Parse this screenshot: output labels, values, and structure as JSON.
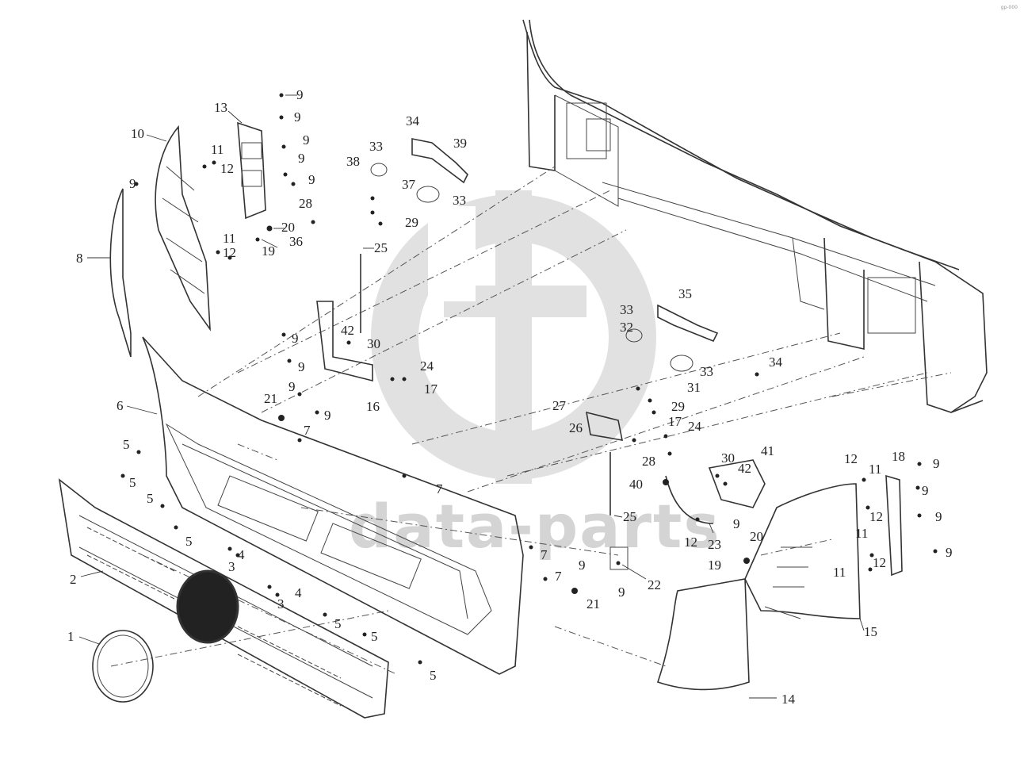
{
  "watermark": {
    "text": "data-parts",
    "logo_icon": "gp-logo-icon",
    "color": "#d4d4d4"
  },
  "corner_mark": "gp-000",
  "callouts": [
    {
      "id": "c1",
      "text": "1"
    },
    {
      "id": "c2",
      "text": "2"
    },
    {
      "id": "c3a",
      "text": "3"
    },
    {
      "id": "c3b",
      "text": "3"
    },
    {
      "id": "c4a",
      "text": "4"
    },
    {
      "id": "c4b",
      "text": "4"
    },
    {
      "id": "c5a",
      "text": "5"
    },
    {
      "id": "c5b",
      "text": "5"
    },
    {
      "id": "c5c",
      "text": "5"
    },
    {
      "id": "c5d",
      "text": "5"
    },
    {
      "id": "c5e",
      "text": "5"
    },
    {
      "id": "c5f",
      "text": "5"
    },
    {
      "id": "c5g",
      "text": "5"
    },
    {
      "id": "c6",
      "text": "6"
    },
    {
      "id": "c7a",
      "text": "7"
    },
    {
      "id": "c7b",
      "text": "7"
    },
    {
      "id": "c7c",
      "text": "7"
    },
    {
      "id": "c7d",
      "text": "7"
    },
    {
      "id": "c8",
      "text": "8"
    },
    {
      "id": "c9a",
      "text": "9"
    },
    {
      "id": "c9b",
      "text": "9"
    },
    {
      "id": "c9c",
      "text": "9"
    },
    {
      "id": "c9d",
      "text": "9"
    },
    {
      "id": "c9e",
      "text": "9"
    },
    {
      "id": "c9f",
      "text": "9"
    },
    {
      "id": "c9g",
      "text": "9"
    },
    {
      "id": "c9h",
      "text": "9"
    },
    {
      "id": "c9i",
      "text": "9"
    },
    {
      "id": "c9j",
      "text": "9"
    },
    {
      "id": "c9k",
      "text": "9"
    },
    {
      "id": "c9l",
      "text": "9"
    },
    {
      "id": "c9m",
      "text": "9"
    },
    {
      "id": "c9n",
      "text": "9"
    },
    {
      "id": "c9o",
      "text": "9"
    },
    {
      "id": "c9p",
      "text": "9"
    },
    {
      "id": "c9q",
      "text": "9"
    },
    {
      "id": "c10",
      "text": "10"
    },
    {
      "id": "c11a",
      "text": "11"
    },
    {
      "id": "c11b",
      "text": "11"
    },
    {
      "id": "c11c",
      "text": "11"
    },
    {
      "id": "c11d",
      "text": "11"
    },
    {
      "id": "c11e",
      "text": "11"
    },
    {
      "id": "c12a",
      "text": "12"
    },
    {
      "id": "c12b",
      "text": "12"
    },
    {
      "id": "c12c",
      "text": "12"
    },
    {
      "id": "c12d",
      "text": "12"
    },
    {
      "id": "c12e",
      "text": "12"
    },
    {
      "id": "c12f",
      "text": "12"
    },
    {
      "id": "c13",
      "text": "13"
    },
    {
      "id": "c14",
      "text": "14"
    },
    {
      "id": "c15",
      "text": "15"
    },
    {
      "id": "c16",
      "text": "16"
    },
    {
      "id": "c17a",
      "text": "17"
    },
    {
      "id": "c17b",
      "text": "17"
    },
    {
      "id": "c18",
      "text": "18"
    },
    {
      "id": "c19a",
      "text": "19"
    },
    {
      "id": "c19b",
      "text": "19"
    },
    {
      "id": "c20a",
      "text": "20"
    },
    {
      "id": "c20b",
      "text": "20"
    },
    {
      "id": "c21a",
      "text": "21"
    },
    {
      "id": "c21b",
      "text": "21"
    },
    {
      "id": "c22",
      "text": "22"
    },
    {
      "id": "c23",
      "text": "23"
    },
    {
      "id": "c24a",
      "text": "24"
    },
    {
      "id": "c24b",
      "text": "24"
    },
    {
      "id": "c25a",
      "text": "25"
    },
    {
      "id": "c25b",
      "text": "25"
    },
    {
      "id": "c26",
      "text": "26"
    },
    {
      "id": "c27",
      "text": "27"
    },
    {
      "id": "c28a",
      "text": "28"
    },
    {
      "id": "c28b",
      "text": "28"
    },
    {
      "id": "c29a",
      "text": "29"
    },
    {
      "id": "c29b",
      "text": "29"
    },
    {
      "id": "c30a",
      "text": "30"
    },
    {
      "id": "c30b",
      "text": "30"
    },
    {
      "id": "c31",
      "text": "31"
    },
    {
      "id": "c32",
      "text": "32"
    },
    {
      "id": "c33a",
      "text": "33"
    },
    {
      "id": "c33b",
      "text": "33"
    },
    {
      "id": "c33c",
      "text": "33"
    },
    {
      "id": "c33d",
      "text": "33"
    },
    {
      "id": "c34a",
      "text": "34"
    },
    {
      "id": "c34b",
      "text": "34"
    },
    {
      "id": "c35",
      "text": "35"
    },
    {
      "id": "c36",
      "text": "36"
    },
    {
      "id": "c37",
      "text": "37"
    },
    {
      "id": "c38",
      "text": "38"
    },
    {
      "id": "c39",
      "text": "39"
    },
    {
      "id": "c40",
      "text": "40"
    },
    {
      "id": "c41",
      "text": "41"
    },
    {
      "id": "c42a",
      "text": "42"
    },
    {
      "id": "c42b",
      "text": "42"
    }
  ]
}
